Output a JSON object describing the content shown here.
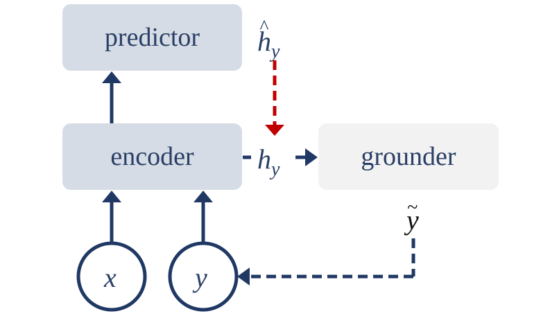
{
  "boxes": {
    "predictor": "predictor",
    "encoder": "encoder",
    "grounder": "grounder"
  },
  "symbols": {
    "h_hat_base": "h",
    "h_hat_sub": "y",
    "h_base": "h",
    "h_sub": "y",
    "y_tilde": "y",
    "x_node": "x",
    "y_node": "y"
  },
  "colors": {
    "navy": "#203864",
    "box_dark": "#d6dce5",
    "box_light": "#f2f2f2",
    "text": "#2a3f66",
    "red_dashed": "#c00000"
  }
}
